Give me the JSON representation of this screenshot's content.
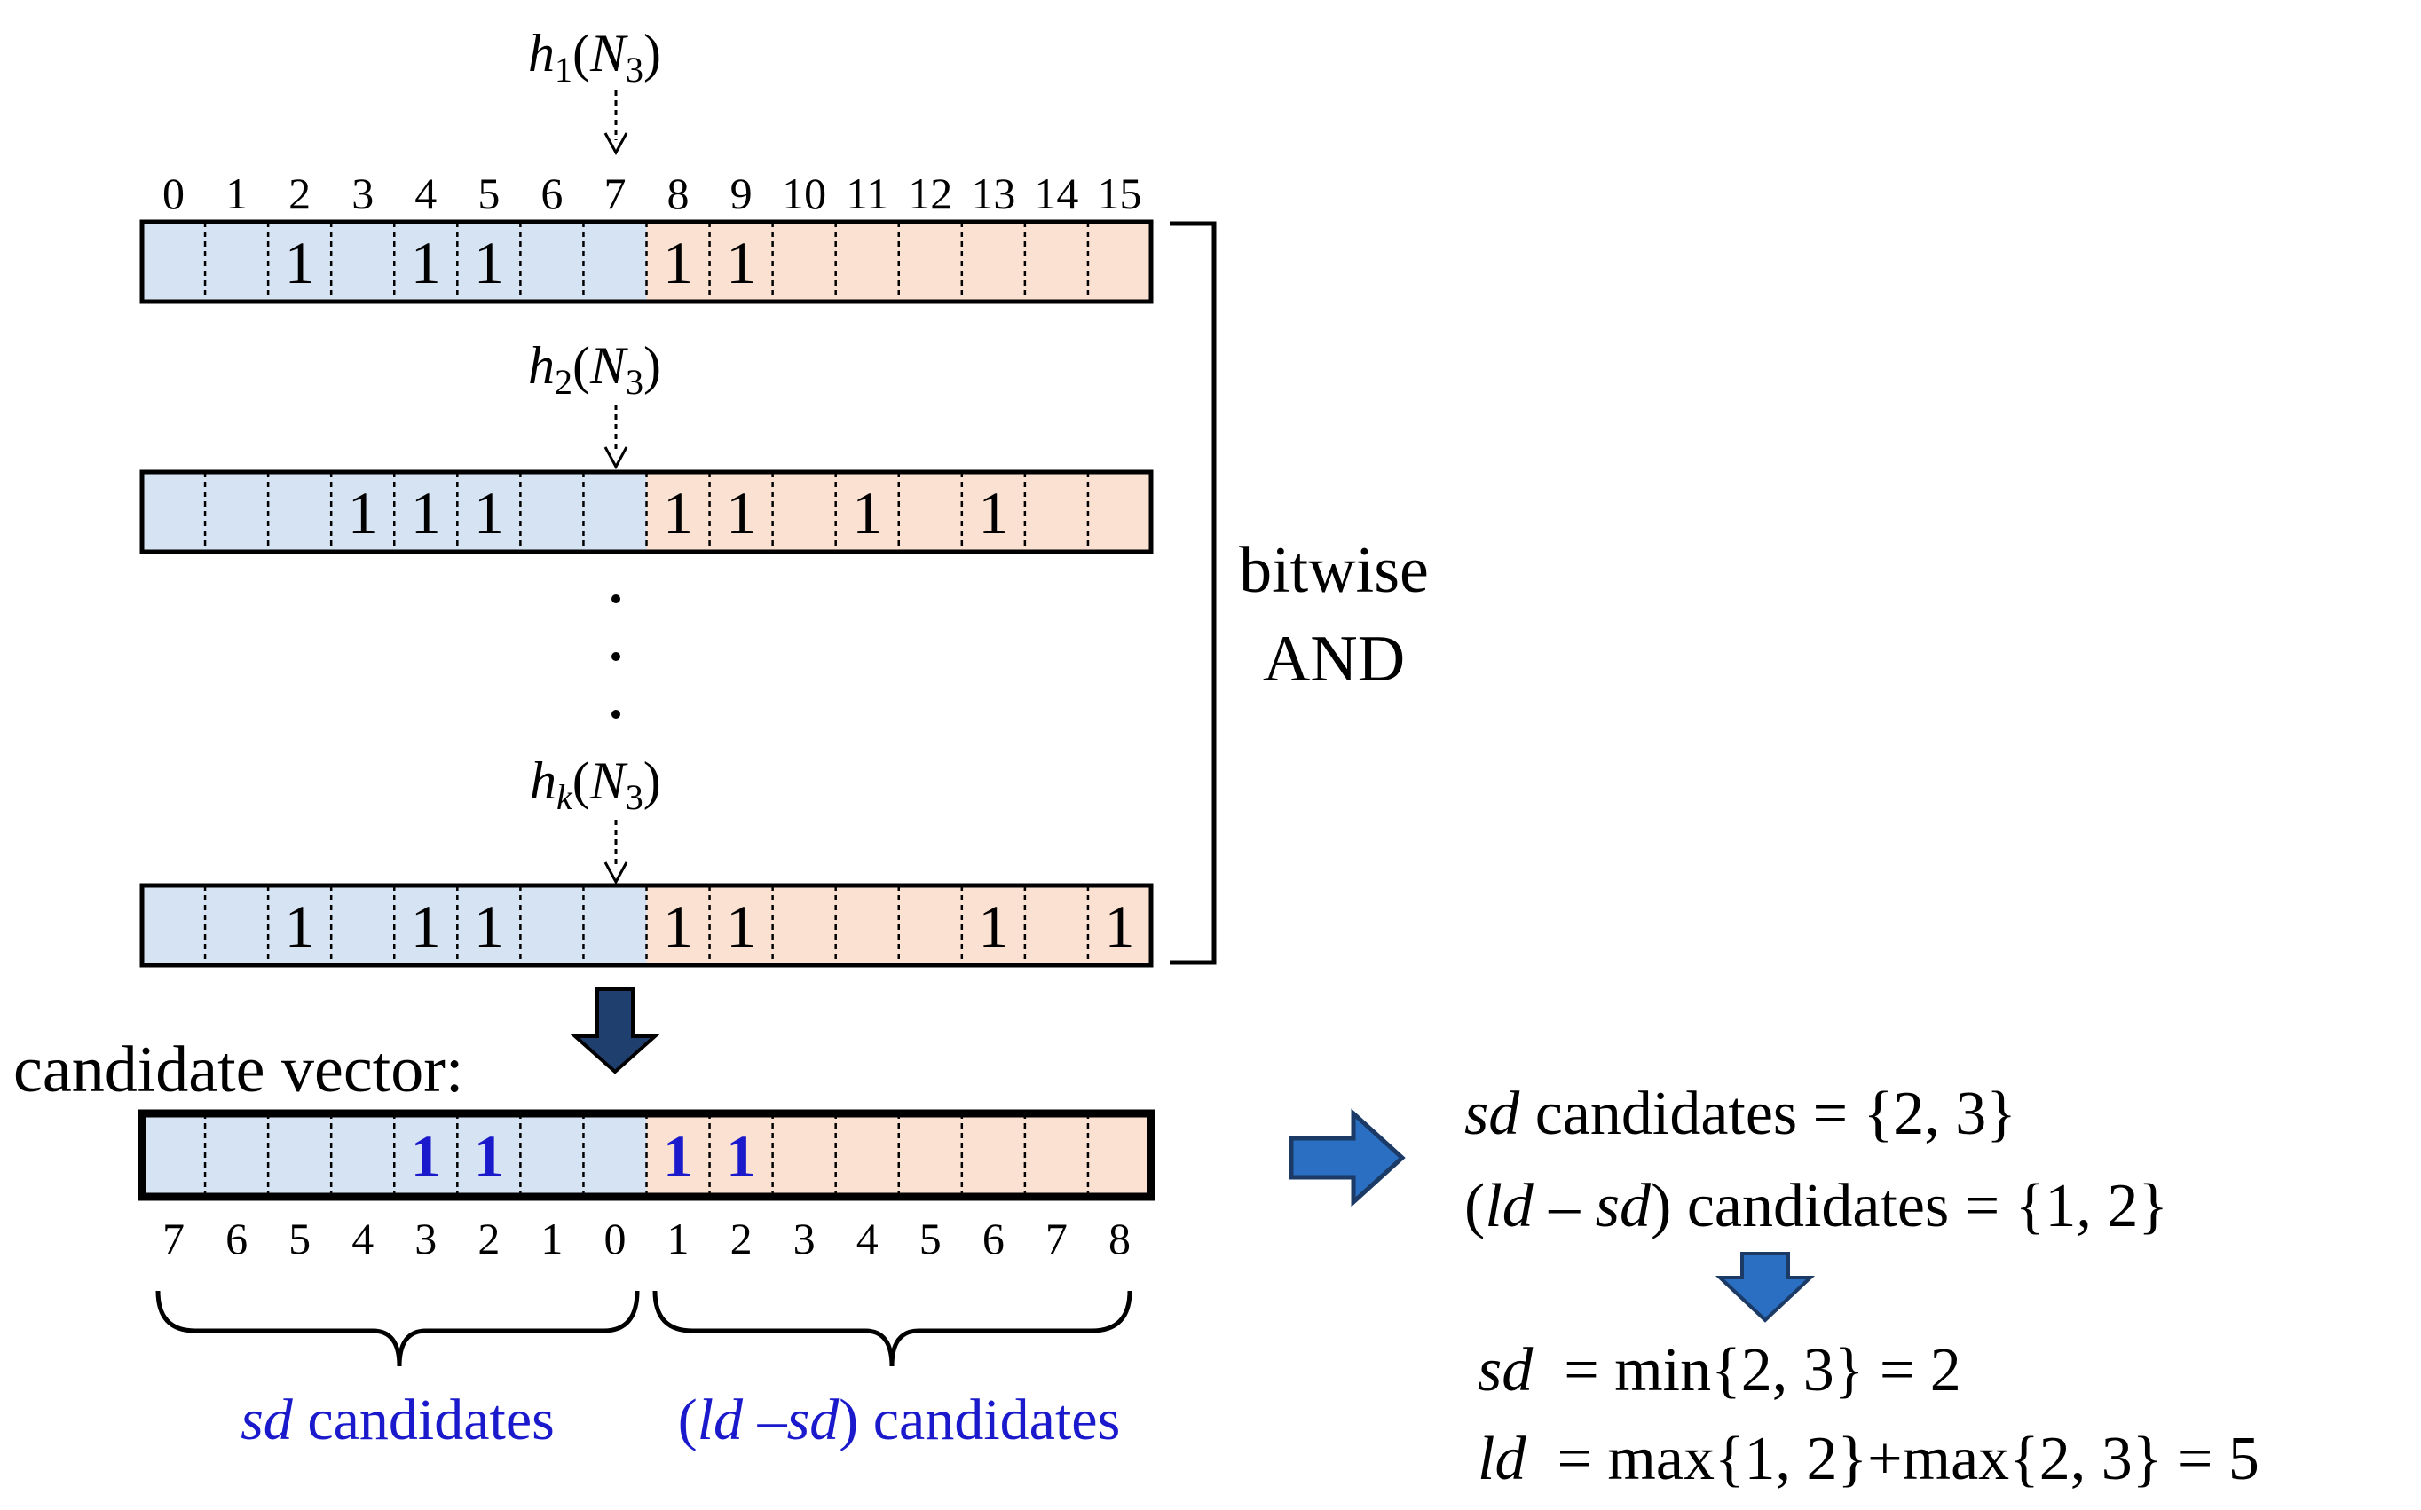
{
  "hash_labels": [
    {
      "fn": "h",
      "sub1": "1",
      "arg": "N",
      "sub2": "3"
    },
    {
      "fn": "h",
      "sub1": "2",
      "arg": "N",
      "sub2": "3"
    },
    {
      "fn": "h",
      "sub1": "k",
      "arg": "N",
      "sub2": "3"
    }
  ],
  "top_indices": [
    "0",
    "1",
    "2",
    "3",
    "4",
    "5",
    "6",
    "7",
    "8",
    "9",
    "10",
    "11",
    "12",
    "13",
    "14",
    "15"
  ],
  "vectors": [
    {
      "cells": [
        "",
        "",
        "1",
        "",
        "1",
        "1",
        "",
        "",
        "1",
        "1",
        "",
        "",
        "",
        "",
        "",
        ""
      ]
    },
    {
      "cells": [
        "",
        "",
        "",
        "1",
        "1",
        "1",
        "",
        "",
        "1",
        "1",
        "",
        "1",
        "",
        "1",
        "",
        ""
      ]
    },
    {
      "cells": [
        "",
        "",
        "1",
        "",
        "1",
        "1",
        "",
        "",
        "1",
        "1",
        "",
        "",
        "",
        "1",
        "",
        "1"
      ]
    }
  ],
  "bracket_label": {
    "line1": "bitwise",
    "line2": "AND"
  },
  "candidate_label": "candidate vector:",
  "candidate_cells": [
    "",
    "",
    "",
    "",
    "1",
    "1",
    "",
    "",
    "1",
    "1",
    "",
    "",
    "",
    "",
    "",
    ""
  ],
  "bottom_indices": [
    "7",
    "6",
    "5",
    "4",
    "3",
    "2",
    "1",
    "0",
    "1",
    "2",
    "3",
    "4",
    "5",
    "6",
    "7",
    "8"
  ],
  "brace_labels": {
    "left": {
      "italic": "sd",
      "rest": " candidates"
    },
    "right": {
      "open": "(",
      "i1": "ld",
      "dash": " –",
      "i2": "sd",
      "rest": ") candidates"
    }
  },
  "results": {
    "line1": {
      "italic": "sd",
      "rest": " candidates = {2, 3}"
    },
    "line2": {
      "open": "(",
      "i1": "ld",
      "dash": " – ",
      "i2": "sd",
      "rest": ") candidates = {1, 2}"
    },
    "line3": {
      "italic": "sd",
      "rest": "  = min{2, 3} = 2"
    },
    "line4": {
      "italic": "ld",
      "rest": "  = max{1, 2}+max{2, 3} = 5"
    }
  },
  "colors": {
    "left_fill": "#d6e3f2",
    "right_fill": "#fbe1d1",
    "highlight": "#1a1acc",
    "arrow_blue": "#2a6fc1",
    "arrow_dark": "#1f3f6e",
    "arrow_outline": "#1b3a66"
  }
}
